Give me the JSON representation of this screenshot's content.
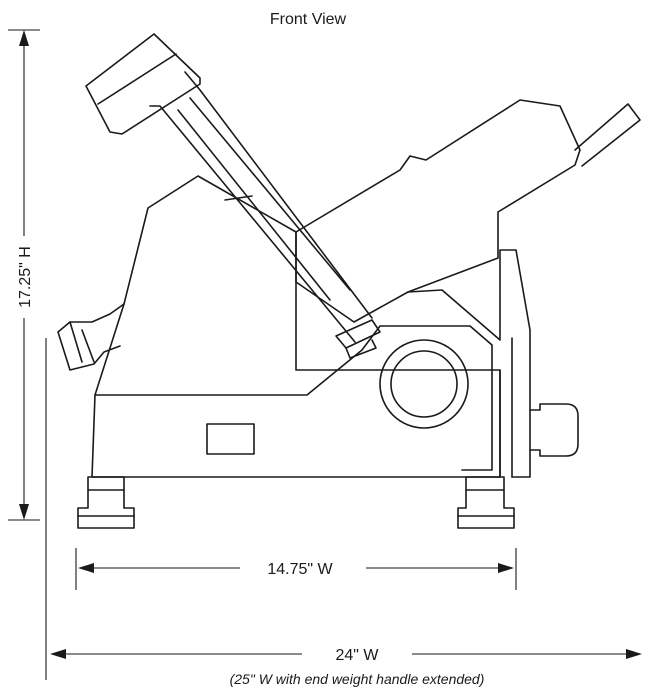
{
  "title": "Front View",
  "dimensions": {
    "height": "17.25\" H",
    "base_width": "14.75\" W",
    "total_width": "24\" W",
    "total_width_note": "(25\" W with end weight handle extended)"
  },
  "colors": {
    "line": "#1a1a1a",
    "background": "#ffffff"
  }
}
